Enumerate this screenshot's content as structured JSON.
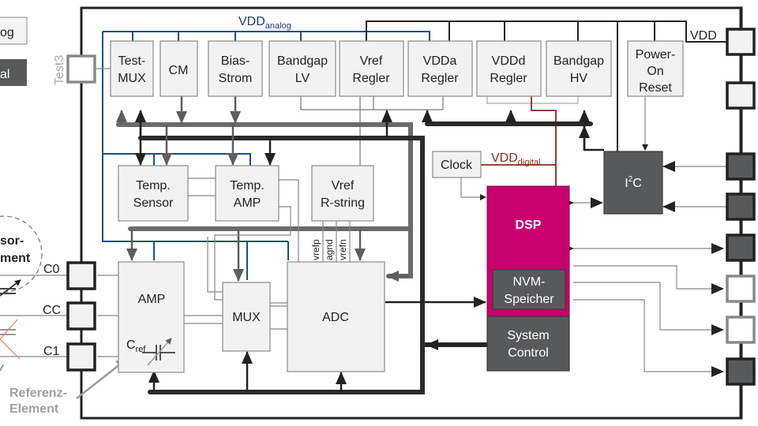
{
  "colors": {
    "dsp": "#c8006e",
    "dark_block": "#58595b",
    "light_block": "#f2f2f2",
    "vdd_analog_line": "#1f4e8c",
    "vdd_digital_line": "#8b2a1e",
    "bus_dark": "#2b2b2b",
    "bus_gray": "#6a6a6a",
    "pin_gray": "#8a8a8a",
    "reference_label": "#a0a0a0"
  },
  "legend": {
    "analog_label": "og",
    "digital_label": "al"
  },
  "labels": {
    "vdd_analog_main": "VDD",
    "vdd_analog_sub": "analog",
    "vdd_digital_main": "VDD",
    "vdd_digital_sub": "digital",
    "vdd_pin": "VDD",
    "test3": "Test3",
    "sensor_element_line1": "sor-",
    "sensor_element_line2": "ment",
    "reference_line1": "Referenz-",
    "reference_line2": "Element",
    "pin_c0": "C0",
    "pin_cc": "CC",
    "pin_c1": "C1",
    "vrefp": "vrefp",
    "agnd": "agnd",
    "vrefn": "vrefn"
  },
  "blocks": {
    "test_mux": [
      "Test-",
      "MUX"
    ],
    "cm": [
      "CM"
    ],
    "bias_strom": [
      "Bias-",
      "Strom"
    ],
    "bandgap_lv": [
      "Bandgap",
      "LV"
    ],
    "vref_regler": [
      "Vref",
      "Regler"
    ],
    "vdda_regler": [
      "VDDa",
      "Regler"
    ],
    "vddd_regler": [
      "VDDd",
      "Regler"
    ],
    "bandgap_hv": [
      "Bandgap",
      "HV"
    ],
    "power_on_reset": [
      "Power-",
      "On",
      "Reset"
    ],
    "clock": [
      "Clock"
    ],
    "i2c_main": "I",
    "i2c_sup": "2",
    "i2c_tail": "C",
    "temp_sensor": [
      "Temp.",
      "Sensor"
    ],
    "temp_amp": [
      "Temp.",
      "AMP"
    ],
    "vref_rstring": [
      "Vref",
      "R-string"
    ],
    "dsp": [
      "DSP"
    ],
    "nvm": [
      "NVM-",
      "Speicher"
    ],
    "system_control": [
      "System",
      "Control"
    ],
    "amp": [
      "AMP"
    ],
    "cref_main": "C",
    "cref_sub": "ref",
    "mux": [
      "MUX"
    ],
    "adc": [
      "ADC"
    ]
  }
}
